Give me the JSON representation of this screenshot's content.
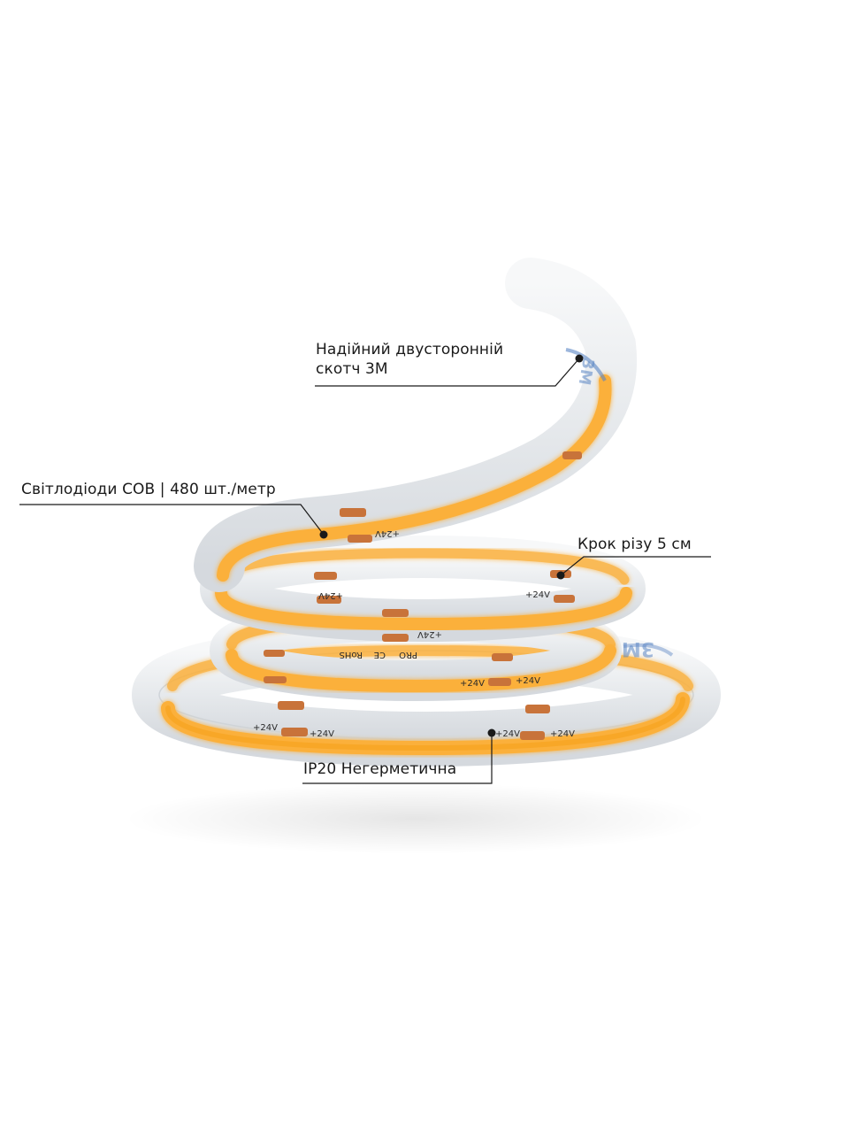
{
  "callouts": {
    "tape": {
      "line1": "Надійний двусторонній",
      "line2": "скотч 3M"
    },
    "leds": {
      "text": "Світлодіоди COB | 480 шт./метр"
    },
    "cut": {
      "text": "Крок різу 5 см"
    },
    "ip": {
      "text": "IP20 Негерметична"
    }
  },
  "strip_markings": {
    "voltage": "+24V",
    "rohs": "RoHS",
    "ce": "CE",
    "brand": "PRO",
    "tape_logo": "3M"
  },
  "colors": {
    "led_glow": "#fbb03b",
    "led_core": "#f7a21a",
    "strip_casing": "#eef0f2",
    "copper_pad": "#c8733a",
    "leader_line": "#1a1a1a",
    "tape_blue": "#5a86c4"
  }
}
